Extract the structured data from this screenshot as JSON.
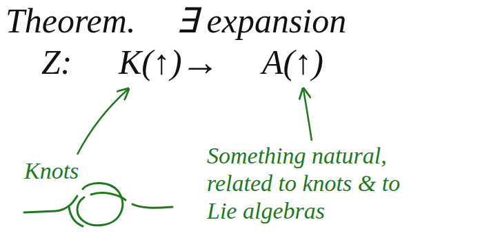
{
  "diagram": {
    "labels": [
      "Theorem.",
      "∃ expansion",
      "Z:",
      "K(↑)",
      "→",
      "A(↑)",
      "Knots",
      "Something natural, related to knots & to Lie algebras"
    ]
  }
}
